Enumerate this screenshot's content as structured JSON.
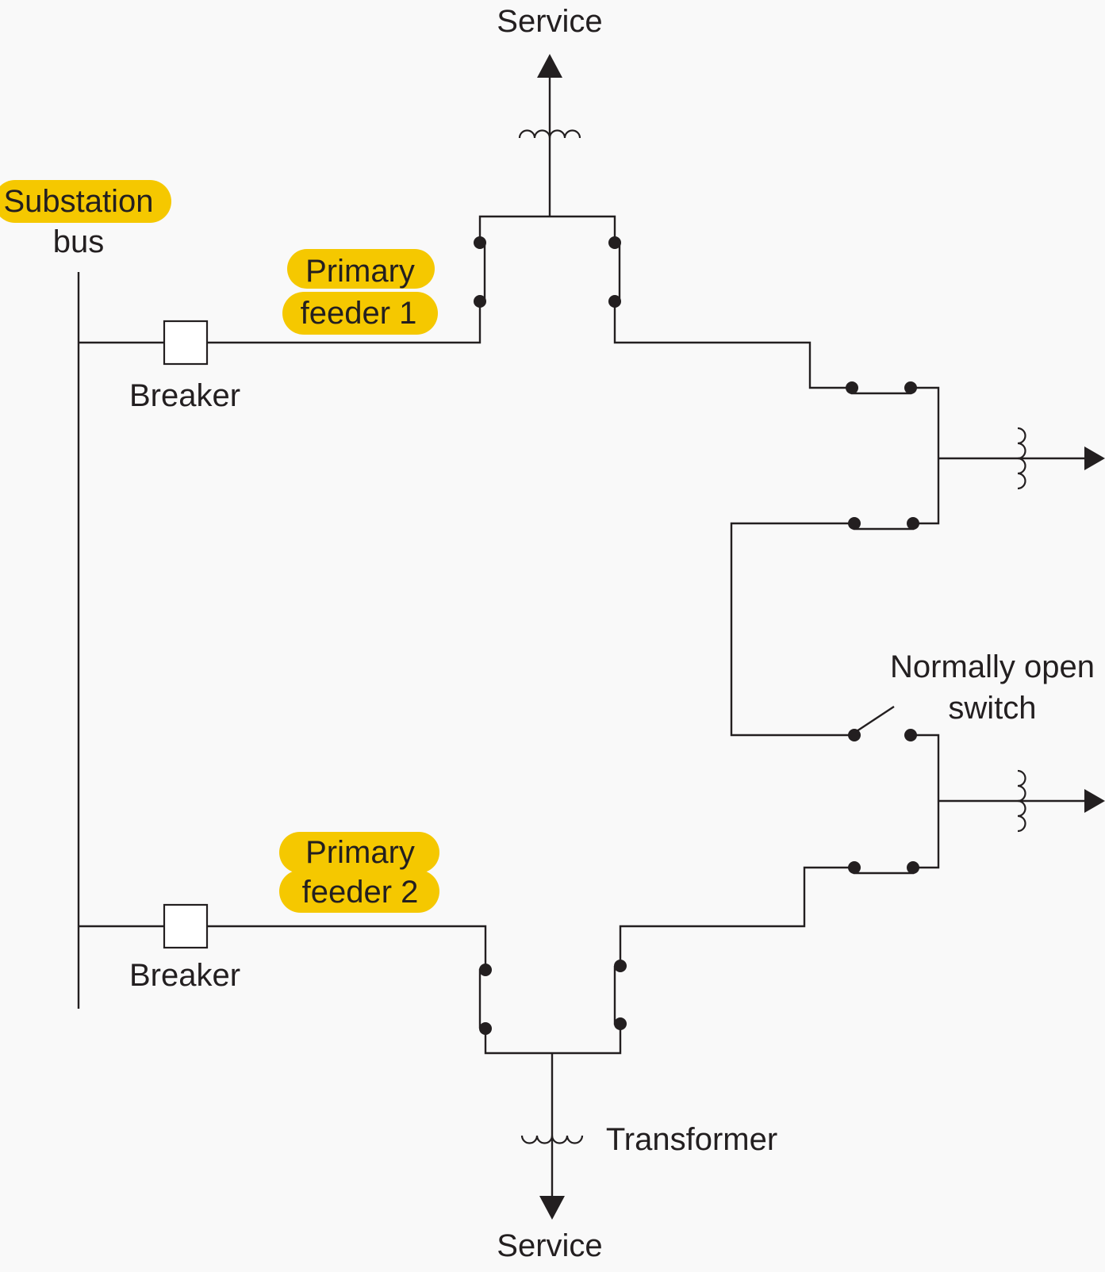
{
  "labels": {
    "service_top": "Service",
    "substation_line1": "Substation",
    "substation_line2": "bus",
    "feeder1_line1": "Primary",
    "feeder1_line2": "feeder 1",
    "breaker_top": "Breaker",
    "normally_open_line1": "Normally open",
    "normally_open_line2": "switch",
    "feeder2_line1": "Primary",
    "feeder2_line2": "feeder 2",
    "breaker_bottom": "Breaker",
    "transformer": "Transformer",
    "service_bottom": "Service"
  },
  "colors": {
    "line": "#231f20",
    "highlight": "#f5c800",
    "background": "#f9f9f9"
  }
}
